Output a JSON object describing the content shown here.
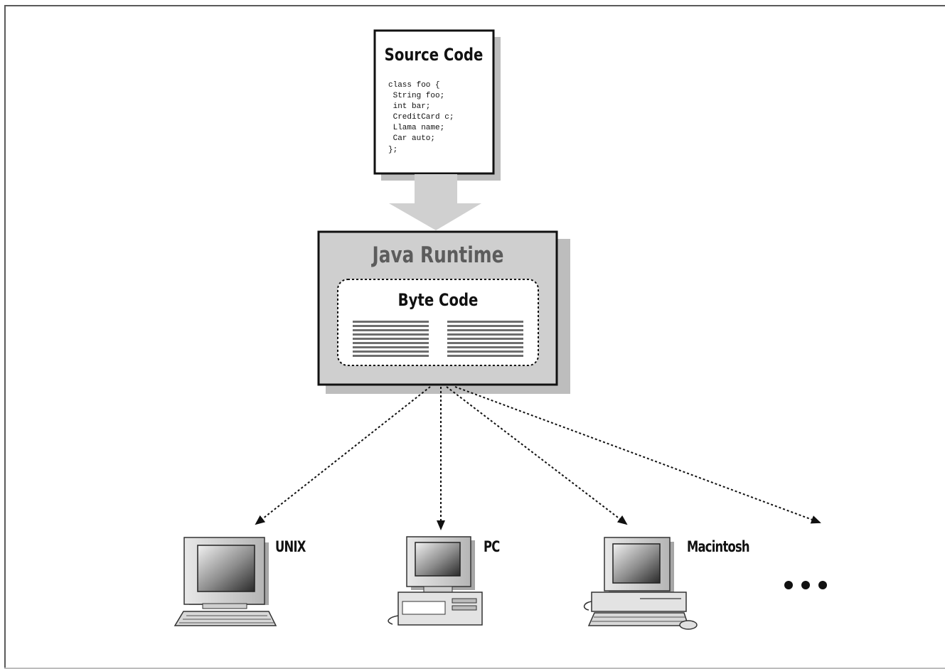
{
  "source_code": {
    "title": "Source Code",
    "lines": [
      "class foo {",
      " String foo;",
      " int bar;",
      " CreditCard c;",
      " Llama name;",
      " Car auto;",
      "};"
    ]
  },
  "runtime": {
    "title": "Java Runtime",
    "bytecode_title": "Byte Code"
  },
  "targets": [
    {
      "label": "UNIX",
      "icon": "unix-workstation-icon"
    },
    {
      "label": "PC",
      "icon": "pc-desktop-icon"
    },
    {
      "label": "Macintosh",
      "icon": "macintosh-icon"
    }
  ],
  "more_indicator": "ellipsis-dots",
  "colors": {
    "runtime_fill": "#cfcfcf",
    "runtime_title": "#5c5c5c",
    "arrow_fill": "#d0d0d0",
    "shadow": "#bdbdbd"
  }
}
